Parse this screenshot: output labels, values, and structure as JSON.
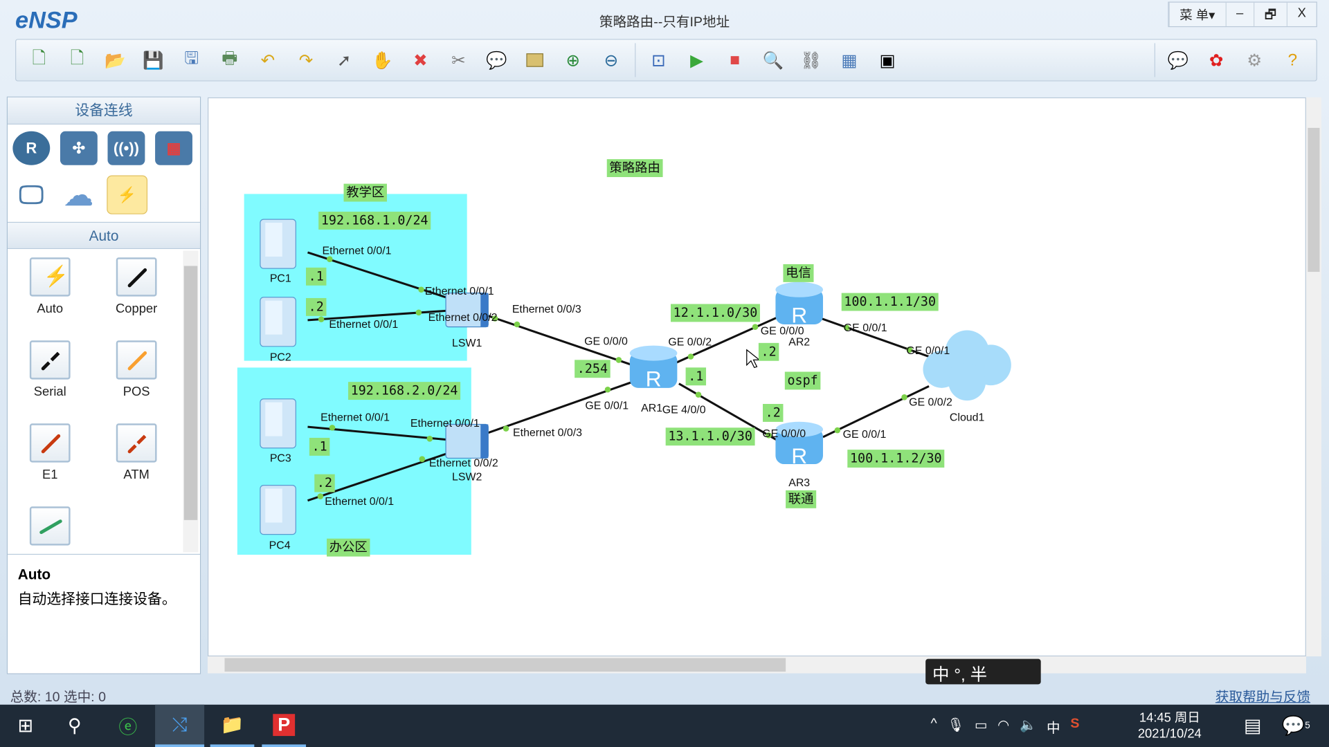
{
  "app": {
    "name": "eNSP",
    "title": "策略路由--只有IP地址",
    "menu": "菜 单▾",
    "minimize": "–",
    "restore": "🗗",
    "close": "X"
  },
  "panel": {
    "header": "设备连线",
    "section": "Auto",
    "links": [
      "Auto",
      "Copper",
      "Serial",
      "POS",
      "E1",
      "ATM"
    ],
    "desc_title": "Auto",
    "desc": "自动选择接口连接设备。"
  },
  "topology": {
    "title": "策略路由",
    "zones": [
      "教学区",
      "办公区"
    ],
    "devices": {
      "pc1": "PC1",
      "pc2": "PC2",
      "pc3": "PC3",
      "pc4": "PC4",
      "lsw1": "LSW1",
      "lsw2": "LSW2",
      "ar1": "AR1",
      "ar2": "AR2",
      "ar3": "AR3",
      "cloud": "Cloud1"
    },
    "notes": [
      "192.168.1.0/24",
      ".1",
      ".2",
      "192.168.2.0/24",
      ".1",
      ".2",
      ".254",
      "12.1.1.0/30",
      "电信",
      "100.1.1.1/30",
      ".2",
      "ospf",
      ".1",
      ".2",
      "13.1.1.0/30",
      "100.1.1.2/30",
      "联通"
    ],
    "ports": [
      "Ethernet 0/0/1",
      "Ethernet 0/0/1",
      "Ethernet 0/0/1",
      "Ethernet 0/0/2",
      "Ethernet 0/0/3",
      "GE 0/0/0",
      "GE 0/0/2",
      "GE 0/0/0",
      "GE 0/0/1",
      "GE 0/0/1",
      "GE 0/0/1",
      "GE 4/0/0",
      "GE 0/0/0",
      "GE 0/0/1",
      "GE 0/0/2",
      "Ethernet 0/0/1",
      "Ethernet 0/0/1",
      "Ethernet 0/0/3",
      "Ethernet 0/0/2",
      "Ethernet 0/0/1"
    ]
  },
  "status": {
    "left": "总数: 10 选中: 0",
    "help": "获取帮助与反馈"
  },
  "ime": "中 °, 半",
  "taskbar": {
    "time": "14:45 周日",
    "date": "2021/10/24",
    "notif": "5",
    "lang": "中"
  },
  "colors": {
    "zone": "#80fbff",
    "note": "#8fe27a",
    "link": "#111111",
    "port_dot": "#7cd14a"
  }
}
